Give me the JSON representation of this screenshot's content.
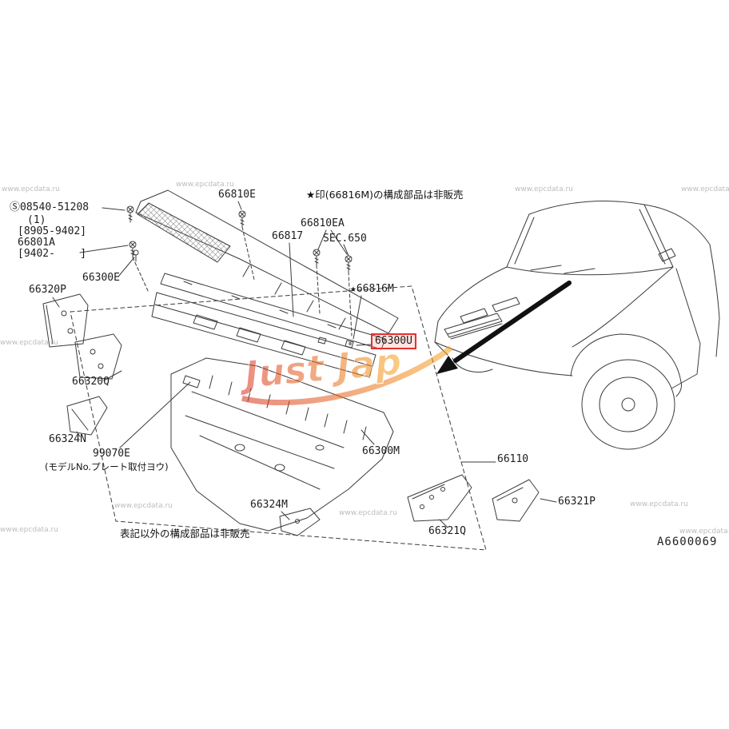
{
  "page": {
    "watermark": "www.epcdata.ru",
    "logo": "Just Jap",
    "diagram_code": "A6600069"
  },
  "notes": {
    "star_note": "★印(66816M)の構成部品は非販売",
    "bottom_note": "表記以外の構成部品は非販売",
    "plate_note": "(モデルNo.プレート取付ヨウ)"
  },
  "labels": {
    "screw_symbol": "Ⓢ",
    "screw_part": "08540-51208",
    "screw_qty": "(1)",
    "range_a": "[8905-9402]",
    "part_66801A": "66801A",
    "range_b": "[9402-    ]",
    "p66300E": "66300E",
    "p66320P": "66320P",
    "p66810E": "66810E",
    "p66810EA": "66810EA",
    "p66817": "66817",
    "sec650": "SEC.650",
    "p66816M": "★66816M",
    "p66300U": "66300U",
    "p66320Q": "66320Q",
    "p66324N": "66324N",
    "p99070E": "99070E",
    "p66300M": "66300M",
    "p66110": "66110",
    "p66324M": "66324M",
    "p66321Q": "66321Q",
    "p66321P": "66321P"
  },
  "colors": {
    "highlight_border": "#e53030",
    "line": "#3b3b3b",
    "watermark": "#bdbdbd",
    "logo_red": "#d9301c",
    "logo_orange": "#f6a21c"
  }
}
